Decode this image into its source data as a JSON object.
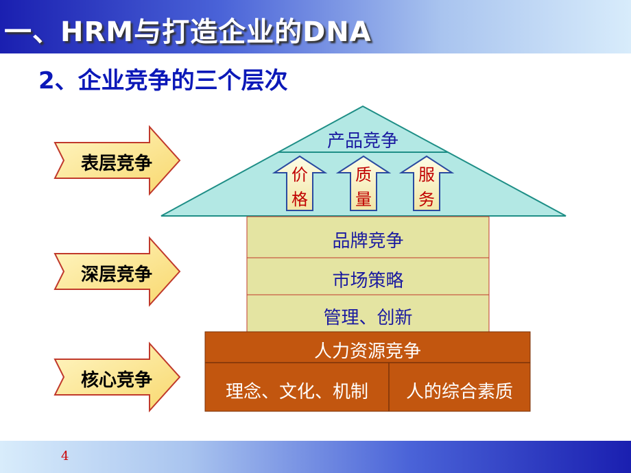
{
  "header": {
    "title": "一、HRM与打造企业的DNA"
  },
  "subtitle": "2、企业竞争的三个层次",
  "levels": [
    {
      "label": "表层竞争"
    },
    {
      "label": "深层竞争"
    },
    {
      "label": "核心竞争"
    }
  ],
  "roof": {
    "top_label": "产品竞争",
    "up_arrows": [
      {
        "line1": "价",
        "line2": "格"
      },
      {
        "line1": "质",
        "line2": "量"
      },
      {
        "line1": "服",
        "line2": "务"
      }
    ]
  },
  "middle": {
    "rows": [
      {
        "label": "品牌竞争"
      },
      {
        "label": "市场策略"
      },
      {
        "label": "管理、创新"
      }
    ]
  },
  "base": {
    "top_label": "人力资源竞争",
    "left_label": "理念、文化、机制",
    "right_label": "人的综合素质"
  },
  "footer": {
    "page": "4"
  },
  "colors": {
    "title_blue": "#1a1fb0",
    "subtitle_blue": "#0b18b8",
    "roof_fill": "#b3e8e4",
    "roof_stroke": "#1e8e86",
    "middle_fill": "#e4e4a2",
    "base_fill": "#c2560f",
    "arrow_fill": "#fbe39a",
    "label_blue": "#1a1aa0",
    "label_red": "#c00000"
  }
}
